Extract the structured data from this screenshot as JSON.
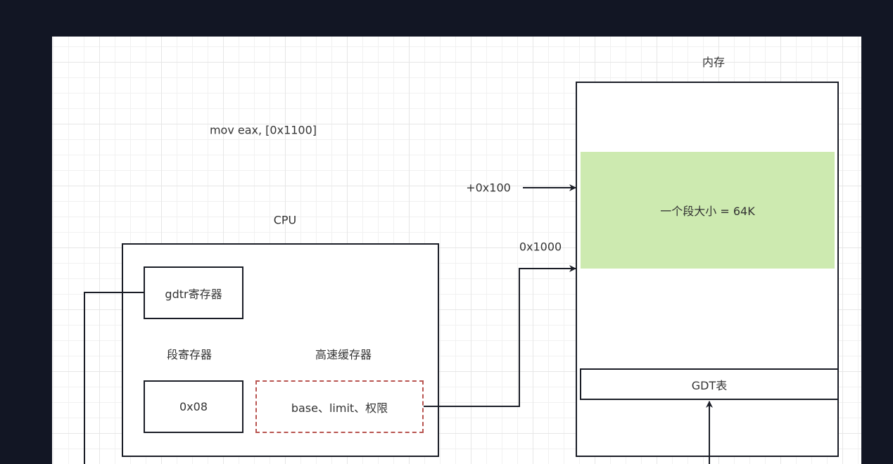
{
  "diagram": {
    "instruction": "mov eax, [0x1100]",
    "memory": {
      "title": "内存",
      "segment_label": "一个段大小 = 64K",
      "gdt_label": "GDT表"
    },
    "offset_label": "+0x100",
    "base_label": "0x1000",
    "cpu": {
      "title": "CPU",
      "gdtr_label": "gdtr寄存器",
      "segment_register_heading": "段寄存器",
      "segment_register_value": "0x08",
      "cache_heading": "高速缓存器",
      "cache_content": "base、limit、权限"
    },
    "colors": {
      "background": "#121624",
      "segment_fill": "#cdeab0",
      "cache_border": "#b85450",
      "stroke": "#1a1d26"
    }
  }
}
